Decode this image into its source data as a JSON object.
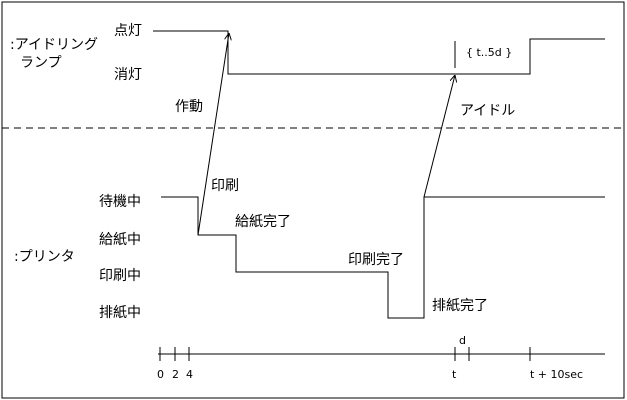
{
  "lamp": {
    "name_line1": ":アイドリング",
    "name_line2": "ランプ",
    "state_on": "点灯",
    "state_off": "消灯"
  },
  "printer": {
    "name": ":プリンタ",
    "state_standby": "待機中",
    "state_feeding": "給紙中",
    "state_printing": "印刷中",
    "state_ejecting": "排紙中"
  },
  "messages": {
    "activate": "作動",
    "print": "印刷",
    "feed_done": "給紙完了",
    "print_done": "印刷完了",
    "eject_done": "排紙完了",
    "idle": "アイドル"
  },
  "constraint": "{ t..5d }",
  "timeline": {
    "ticks": [
      "0",
      "2",
      "4",
      "t",
      "d",
      "t + 10sec"
    ]
  }
}
